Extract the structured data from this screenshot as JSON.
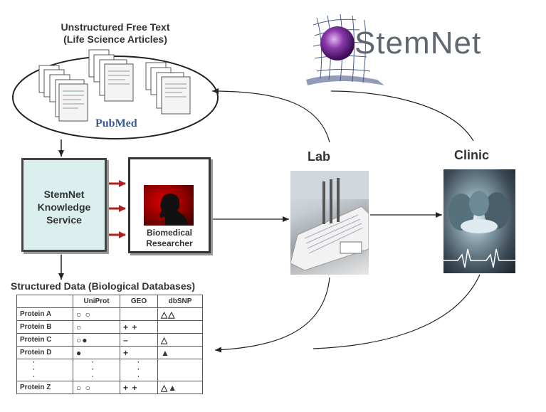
{
  "logo": {
    "text": "StemNet"
  },
  "text_source": {
    "title_line1": "Unstructured Free Text",
    "title_line2": "(Life Science Articles)",
    "pubmed_logo": "PubMed"
  },
  "knowledge_service": {
    "line1": "StemNet",
    "line2": "Knowledge",
    "line3": "Service"
  },
  "researcher": {
    "line1": "Biomedical",
    "line2": "Researcher"
  },
  "lab": {
    "label": "Lab"
  },
  "clinic": {
    "label": "Clinic"
  },
  "databases": {
    "title": "Structured Data (Biological Databases)",
    "columns": [
      "",
      "UniProt",
      "GEO",
      "dbSNP"
    ],
    "rows": [
      {
        "name": "Protein A",
        "uniprot": "○ ○",
        "geo": "",
        "dbsnp": "△△"
      },
      {
        "name": "Protein B",
        "uniprot": "○",
        "geo": "+ +",
        "dbsnp": ""
      },
      {
        "name": "Protein C",
        "uniprot": "○●",
        "geo": "–",
        "dbsnp": "△"
      },
      {
        "name": "Protein D",
        "uniprot": "●",
        "geo": "+",
        "dbsnp": "▲"
      },
      {
        "name": "Protein Z",
        "uniprot": "○ ○",
        "geo": "+ +",
        "dbsnp": "△▲"
      }
    ],
    "ellipsis": "·"
  },
  "colors": {
    "logo_purple": "#6b2a8c",
    "logo_gray": "#5f6770",
    "knowledge_fill": "#dcefef",
    "exchange_arrows": "#b01e1e",
    "pubmed_blue": "#3a5a98"
  }
}
